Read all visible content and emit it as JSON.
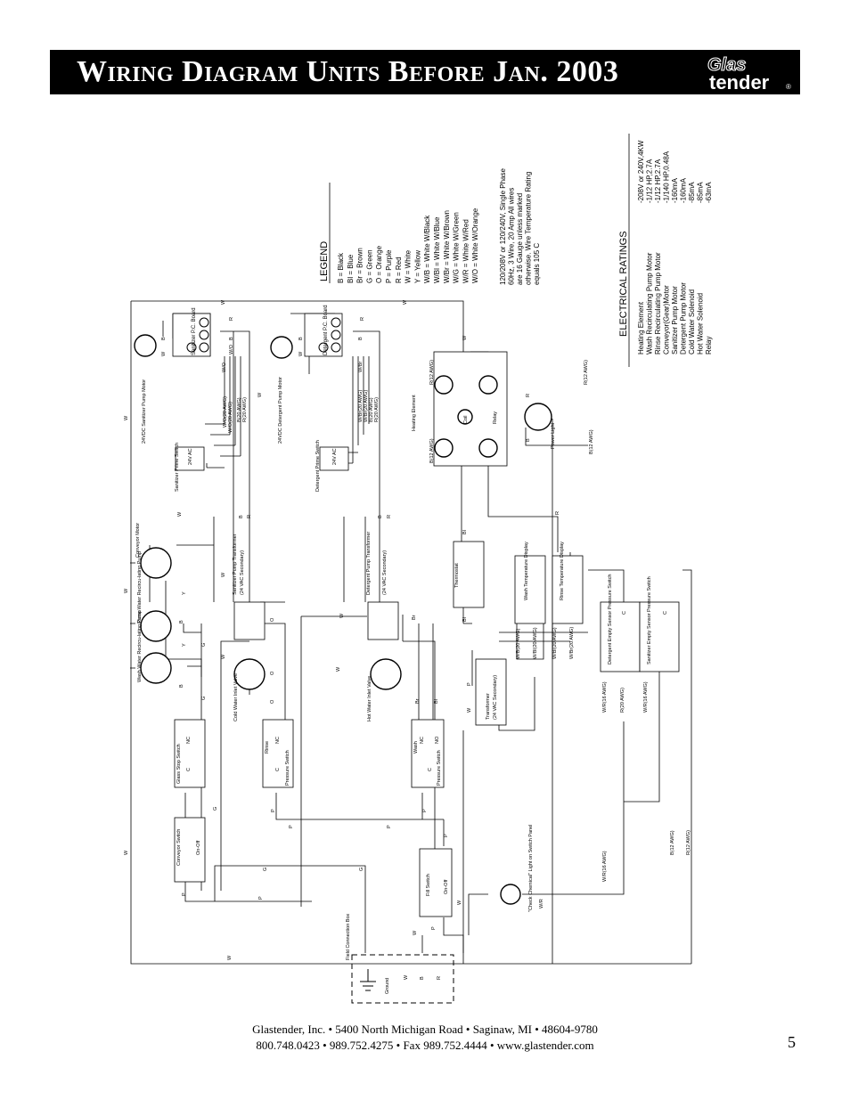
{
  "title": "Wiring Diagram Units Before Jan. 2003",
  "logo": {
    "top": "Glas",
    "bottom": "tender",
    "mark": "®"
  },
  "legend": {
    "heading": "LEGEND",
    "items": [
      "B = Black",
      "Bl = Blue",
      "Br = Brown",
      "G = Green",
      "O = Orange",
      "P = Purple",
      "R = Red",
      "W = White",
      "Y = Yellow",
      "W/B = White W/Black",
      "W/Bl = White W/Blue",
      "W/Br = White W/Brown",
      "W/G = White W/Green",
      "W/R = White W/Red",
      "W/O = White W/Orange"
    ],
    "note": [
      "120/208V or 120/240V, Single Phase",
      "60Hz, 3 Wire, 20 Amp All wires",
      "are 16 Gauge unless marked",
      "otherwise. Wire Temperature Rating",
      "equals 105 C"
    ]
  },
  "ratings": {
    "heading": "ELECTRICAL RATINGS",
    "items": [
      {
        "name": "Heating Element",
        "value": "-208V or 240V,4KW"
      },
      {
        "name": "Wash Recirculating Pump Motor",
        "value": "-1/12 HP,2.7A"
      },
      {
        "name": "Rinse Recirculating Pump Motor",
        "value": "-1/12 HP,2.7A"
      },
      {
        "name": "Conveyor(Gear)Motor",
        "value": "-1/140 HP,0.48A"
      },
      {
        "name": "Sanitizer Pump Motor",
        "value": "-160mA"
      },
      {
        "name": "Detergent Pump Motor",
        "value": "-160mA"
      },
      {
        "name": "Cold Water Solenoid",
        "value": "-85mA"
      },
      {
        "name": "Hot Water Solenoid",
        "value": "-85mA"
      },
      {
        "name": "Relay",
        "value": "-63mA"
      }
    ]
  },
  "components": {
    "sanitizer_board": "Sanitizer P.C. Board",
    "detergent_board": "Detergent P.C. Board",
    "sanitizer_motor": "24VDC Sanitizer Pump Motor",
    "detergent_motor": "24VDC Detergent Pump Motor",
    "sanitizer_prime": "Sanitizer Prime Switch",
    "detergent_prime": "Detergent Prime Switch",
    "ac24": "24V AC",
    "sanitizer_transformer": "Sanitizer Pump Transformer",
    "detergent_transformer": "Detergent Pump Transformer",
    "secondary": "(24 VAC Secondary)",
    "conveyor_motor": "Conveyor Motor",
    "rinse_pump": "Rinse Water Recircu-lating Pump",
    "wash_pump": "Wash Water Recircu-lating Pump",
    "cold_valve": "Cold Water Inlet Valve",
    "hot_valve": "Hot Water Inlet Valve",
    "glass_stop": "Glass Stop Switch",
    "rinse_switch": "Rinse",
    "wash_switch": "Wash",
    "pressure_switch": "Pressure Switch",
    "conveyor_switch": "Conveyor Switch",
    "on_off": "On-Off",
    "fill_switch": "Fill Switch",
    "heating_element": "Heating Element",
    "coil": "Coil",
    "relay": "Relay",
    "power_light": "Power Light",
    "thermostat": "Thermostat",
    "transformer": "Transformer",
    "wash_temp": "Wash Temperature Display",
    "rinse_temp": "Rinse Temperature Display",
    "det_empty": "Detergent Empty Sensor Pressure Switch",
    "san_empty": "Sanitizer Empty Sensor Pressure Switch",
    "check_chemical": "\"Check Chemical\" Light on Switch Panel",
    "field_box": "Field Connection Box",
    "ground": "Ground",
    "nc": "NC",
    "no": "NO",
    "c": "C"
  },
  "wire_labels": {
    "w": "W",
    "b": "B",
    "r": "R",
    "g": "G",
    "p": "P",
    "o": "O",
    "y": "Y",
    "bl": "Bl",
    "br": "Br",
    "wo": "W/O",
    "wbr": "W/Br",
    "wr": "W/R",
    "wb": "W/B",
    "wbl": "W/Bl",
    "wg": "W/G",
    "wo20": "W/O(20 AWG)",
    "b20": "B(20 AWG)",
    "r20": "R(20 AWG)",
    "wbr20": "W/Br(20 AWG)",
    "wb20": "W/B(20 AWG)",
    "wbl20": "W/Bl(20 AWG)",
    "wr16": "W/R(16 AWG)",
    "r12": "R(12 AWG)",
    "b12": "B(12 AWG)"
  },
  "footer": {
    "line1": "Glastender, Inc.  •  5400 North Michigan Road  •  Saginaw, MI  •  48604-9780",
    "line2": "800.748.0423  •  989.752.4275  •  Fax 989.752.4444  •  www.glastender.com"
  },
  "page_number": "5"
}
